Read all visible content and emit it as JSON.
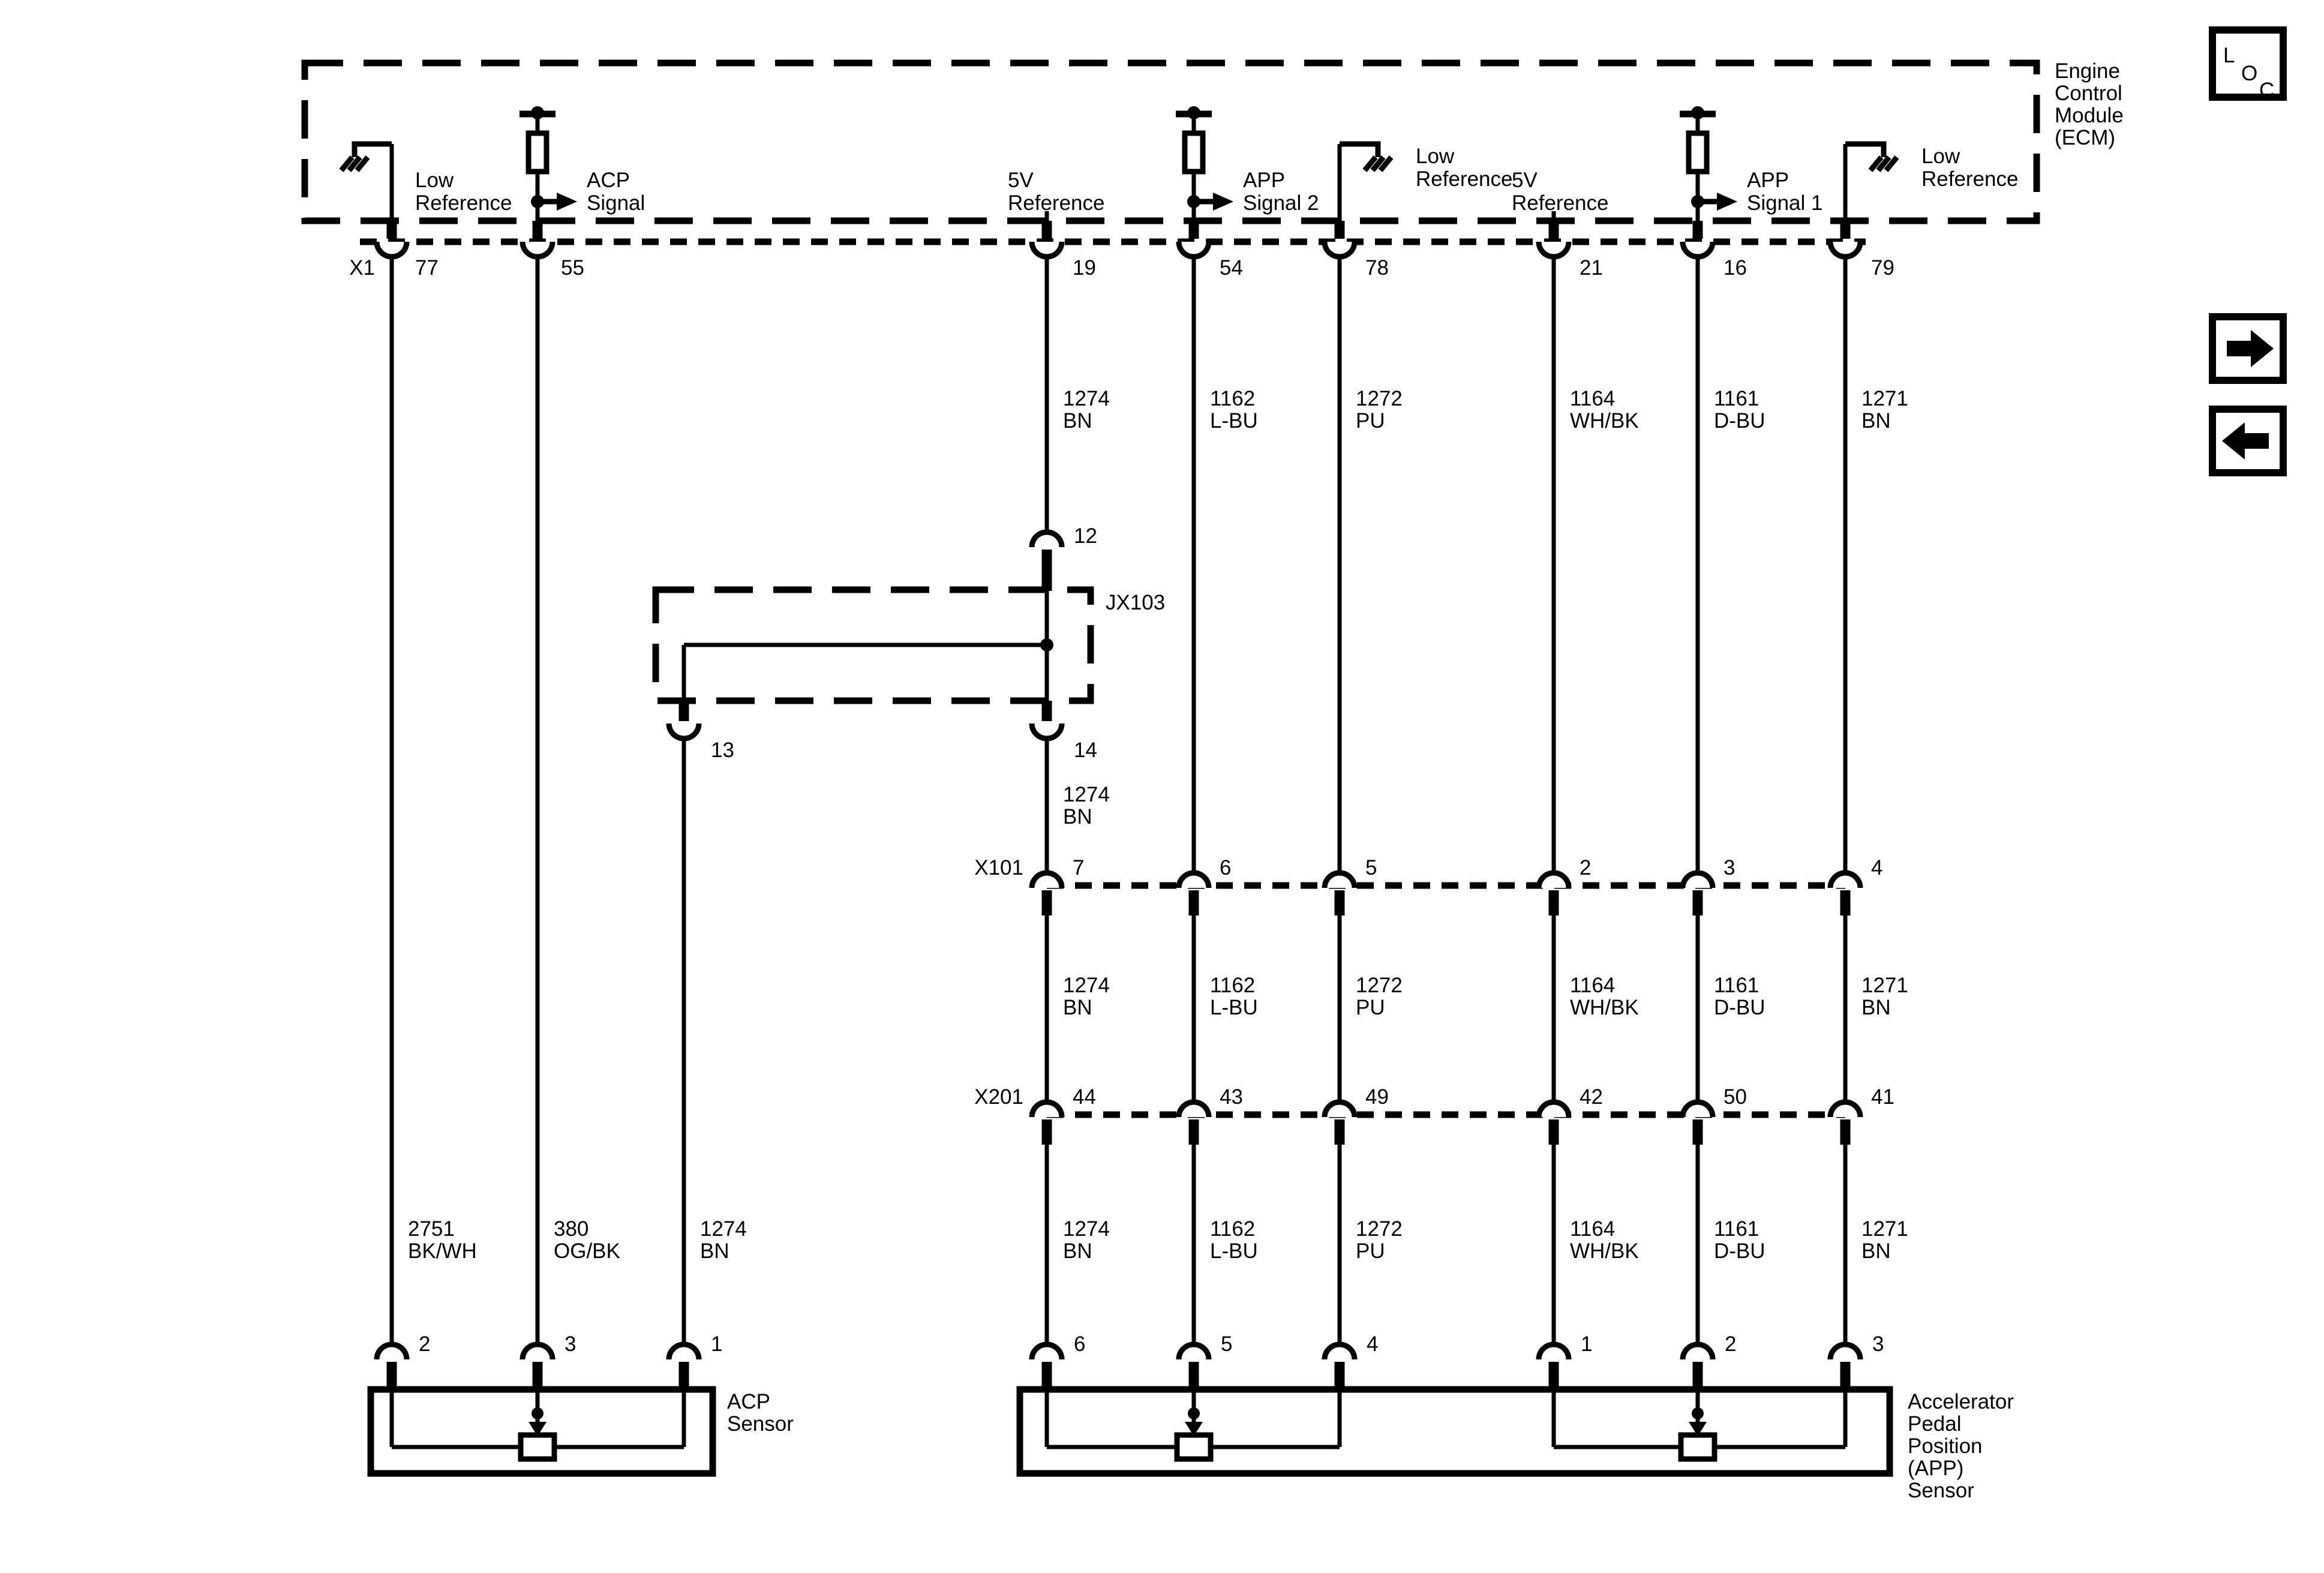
{
  "colors": {
    "ink": "#000000",
    "background": "#ffffff"
  },
  "ecm": {
    "name_lines": [
      "Engine",
      "Control",
      "Module",
      "(ECM)"
    ],
    "functions": [
      {
        "l1": "Low",
        "l2": "Reference"
      },
      {
        "l1": "ACP",
        "l2": "Signal"
      },
      {
        "l1": "5V",
        "l2": "Reference"
      },
      {
        "l1": "APP",
        "l2": "Signal 2"
      },
      {
        "l1": "Low",
        "l2": "Reference"
      },
      {
        "l1": "5V",
        "l2": "Reference"
      },
      {
        "l1": "APP",
        "l2": "Signal 1"
      },
      {
        "l1": "Low",
        "l2": "Reference"
      }
    ],
    "x1": {
      "label": "X1",
      "pins": [
        "77",
        "55",
        "19",
        "54",
        "78",
        "21",
        "16",
        "79"
      ]
    }
  },
  "junction_jx103": {
    "label": "JX103",
    "pin_in": "12",
    "pin_out_left": "13",
    "pin_out_right": "14"
  },
  "inline_connectors": {
    "x101": {
      "label": "X101",
      "pins": [
        "7",
        "6",
        "5",
        "2",
        "3",
        "4"
      ]
    },
    "x201": {
      "label": "X201",
      "pins": [
        "44",
        "43",
        "49",
        "42",
        "50",
        "41"
      ]
    }
  },
  "wire_labels": {
    "ecm_to_x101": [
      {
        "circuit": "1274",
        "color": "BN"
      },
      {
        "circuit": "1162",
        "color": "L-BU"
      },
      {
        "circuit": "1272",
        "color": "PU"
      },
      {
        "circuit": "1164",
        "color": "WH/BK"
      },
      {
        "circuit": "1161",
        "color": "D-BU"
      },
      {
        "circuit": "1271",
        "color": "BN"
      }
    ],
    "jx103_out": {
      "circuit": "1274",
      "color": "BN"
    },
    "x101_to_x201": [
      {
        "circuit": "1274",
        "color": "BN"
      },
      {
        "circuit": "1162",
        "color": "L-BU"
      },
      {
        "circuit": "1272",
        "color": "PU"
      },
      {
        "circuit": "1164",
        "color": "WH/BK"
      },
      {
        "circuit": "1161",
        "color": "D-BU"
      },
      {
        "circuit": "1271",
        "color": "BN"
      }
    ],
    "x201_to_sensor": [
      {
        "circuit": "1274",
        "color": "BN"
      },
      {
        "circuit": "1162",
        "color": "L-BU"
      },
      {
        "circuit": "1272",
        "color": "PU"
      },
      {
        "circuit": "1164",
        "color": "WH/BK"
      },
      {
        "circuit": "1161",
        "color": "D-BU"
      },
      {
        "circuit": "1271",
        "color": "BN"
      }
    ],
    "acp_branch": [
      {
        "circuit": "2751",
        "color": "BK/WH"
      },
      {
        "circuit": "380",
        "color": "OG/BK"
      },
      {
        "circuit": "1274",
        "color": "BN"
      }
    ]
  },
  "sensors": {
    "acp": {
      "name_lines": [
        "ACP",
        "Sensor"
      ],
      "pins": [
        "2",
        "3",
        "1"
      ]
    },
    "app": {
      "name_lines": [
        "Accelerator",
        "Pedal",
        "Position",
        "(APP)",
        "Sensor"
      ],
      "pins": [
        "6",
        "5",
        "4",
        "1",
        "2",
        "3"
      ]
    }
  },
  "nav": {
    "loc_letters": [
      "L",
      "O",
      "C"
    ]
  }
}
